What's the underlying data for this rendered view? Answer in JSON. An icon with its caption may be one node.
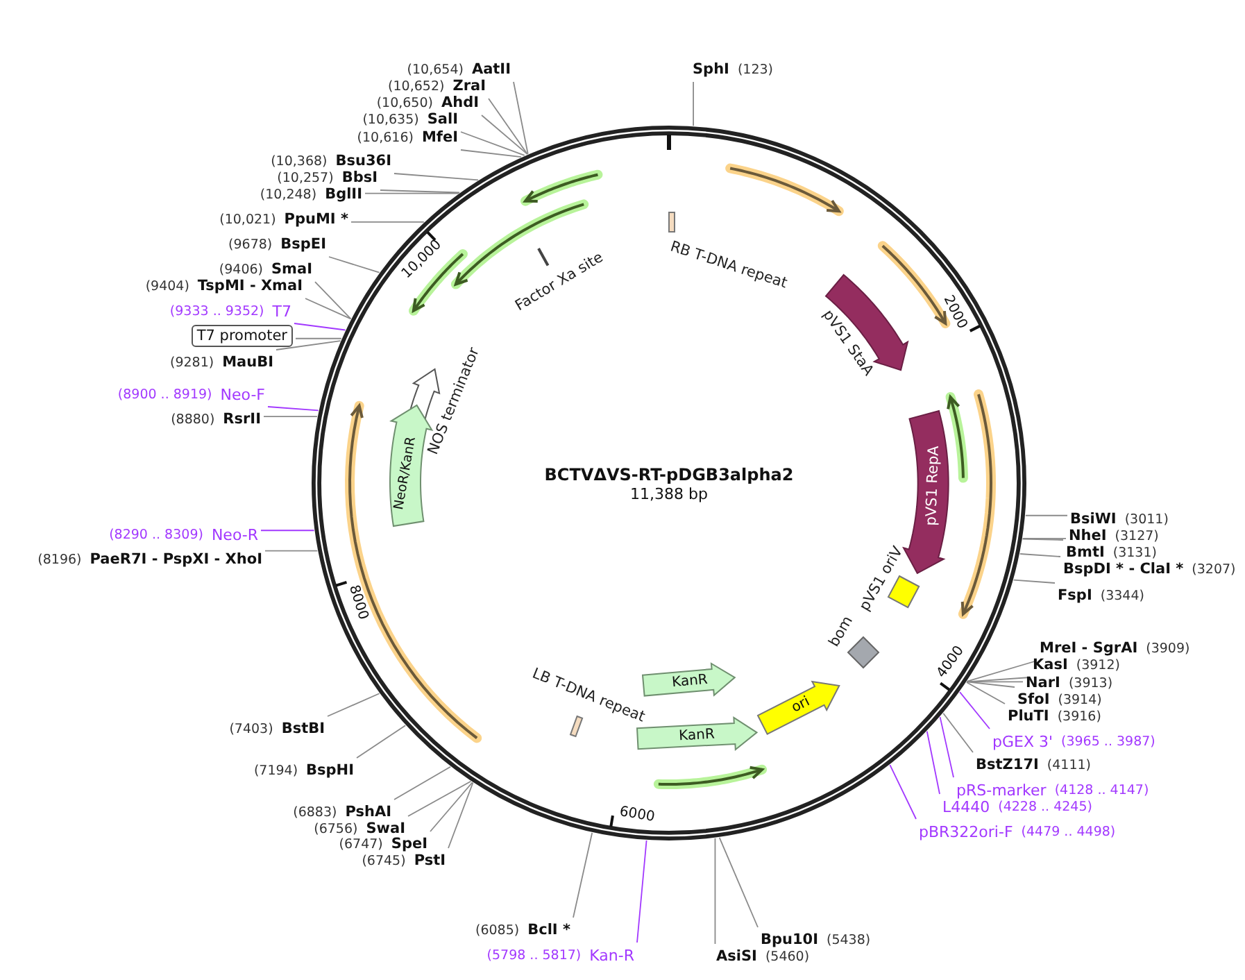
{
  "diagram": {
    "nodes": [
      {
        "text": [
          "BCTVΔVS-RT-pDGB3alpha2",
          "11,388 bp"
        ]
      },
      {
        "text": [],
        "shape": "bar",
        "beside": [
          "Factor Xa site"
        ],
        "in": 0
      },
      {
        "text": [],
        "shape": "box",
        "beside": [
          "RB T-DNA repeat"
        ],
        "in": 0
      },
      {
        "text": [],
        "shape": "arrow",
        "beside": [
          "pVS1 StaA"
        ],
        "in": 0
      },
      {
        "text": [],
        "shape": "arrow",
        "beside": [
          "NOS terminator"
        ],
        "in": 0
      },
      {
        "text": [
          "pVS1 RepA"
        ],
        "in": 0
      },
      {
        "text": [
          "NeoR/KanR"
        ],
        "in": 0
      },
      {
        "text": [],
        "shape": "box",
        "beside": [
          "pVS1 oriV"
        ],
        "in": 0
      },
      {
        "text": [],
        "shape": "diamond",
        "beside": [
          "bom"
        ],
        "in": 0
      },
      {
        "text": [
          "KanR"
        ],
        "in": 0
      },
      {
        "text": [],
        "shape": "box",
        "beside": [
          "LB T-DNA repeat"
        ],
        "in": 0
      },
      {
        "text": [
          "ori"
        ],
        "in": 0
      },
      {
        "text": [
          "KanR"
        ],
        "in": 0
      },
      {
        "text": [
          "(10,654)",
          "AatII"
        ]
      },
      {
        "text": [
          "SphI",
          "(123)"
        ]
      },
      {
        "text": [
          "(10,652)",
          "ZraI"
        ]
      },
      {
        "text": [
          "(10,650)",
          "AhdI"
        ]
      },
      {
        "text": [
          "(10,635)",
          "SalI"
        ]
      },
      {
        "text": [
          "(10,616)",
          "MfeI"
        ]
      },
      {
        "text": [
          "(10,368)",
          "Bsu36I"
        ]
      },
      {
        "text": [
          "(10,257)",
          "BbsI"
        ]
      },
      {
        "text": [
          "(10,248)",
          "BglII"
        ]
      },
      {
        "text": [
          "(10,021)",
          "PpuMI *"
        ]
      },
      {
        "text": [
          "(9678)",
          "BspEI"
        ]
      },
      {
        "text": [
          "(9406)",
          "SmaI"
        ]
      },
      {
        "text": [
          "(9404)",
          "TspMI - XmaI"
        ]
      },
      {
        "text": [
          "(9333 .. 9352)",
          "T7"
        ]
      },
      {
        "text": [
          "T7 promoter"
        ]
      },
      {
        "text": [
          "(9281)",
          "MauBI"
        ]
      },
      {
        "text": [
          "(8900 .. 8919)",
          "Neo-F"
        ]
      },
      {
        "text": [
          "(8880)",
          "RsrII"
        ]
      },
      {
        "text": [
          "BsiWI",
          "(3011)"
        ]
      },
      {
        "text": [
          "NheI",
          "(3127)"
        ]
      },
      {
        "text": [
          "BmtI",
          "(3131)"
        ]
      },
      {
        "text": [
          "(8290 .. 8309)",
          "Neo-R"
        ]
      },
      {
        "text": [
          "BspDI * - ClaI *",
          "(3207)"
        ]
      },
      {
        "text": [
          "(8196)",
          "PaeR7I - PspXI - XhoI"
        ]
      },
      {
        "text": [
          "FspI",
          "(3344)"
        ]
      },
      {
        "text": [
          "MreI - SgrAI",
          "(3909)"
        ]
      },
      {
        "text": [
          "KasI",
          "(3912)"
        ]
      },
      {
        "text": [
          "NarI",
          "(3913)"
        ]
      },
      {
        "text": [
          "SfoI",
          "(3914)"
        ]
      },
      {
        "text": [
          "PluTI",
          "(3916)"
        ]
      },
      {
        "text": [
          "(7403)",
          "BstBI"
        ]
      },
      {
        "text": [
          "pGEX 3'",
          "(3965 .. 3987)"
        ]
      },
      {
        "text": [
          "BstZ17I",
          "(4111)"
        ]
      },
      {
        "text": [
          "(7194)",
          "BspHI"
        ]
      },
      {
        "text": [
          "pRS-marker",
          "(4128 .. 4147)"
        ]
      },
      {
        "text": [
          "L4440",
          "(4228 .. 4245)"
        ]
      },
      {
        "text": [
          "(6883)",
          "PshAI"
        ]
      },
      {
        "text": [
          "pBR322ori-F",
          "(4479 .. 4498)"
        ]
      },
      {
        "text": [
          "(6756)",
          "SwaI"
        ]
      },
      {
        "text": [
          "(6747)",
          "SpeI"
        ]
      },
      {
        "text": [
          "(6745)",
          "PstI"
        ]
      },
      {
        "text": [
          "(6085)",
          "BclI *"
        ]
      },
      {
        "text": [
          "Bpu10I",
          "(5438)"
        ]
      },
      {
        "text": [
          "(5798 .. 5817)",
          "Kan-R"
        ]
      },
      {
        "text": [
          "AsiSI",
          "(5460)"
        ]
      }
    ],
    "edges": [
      {
        "from": 13,
        "to": 0,
        "arrow": "none"
      },
      {
        "from": 14,
        "to": 0,
        "arrow": "none"
      },
      {
        "from": 15,
        "to": 0,
        "arrow": "none"
      },
      {
        "from": 16,
        "to": 0,
        "arrow": "none"
      },
      {
        "from": 17,
        "to": 0,
        "arrow": "none"
      },
      {
        "from": 18,
        "to": 0,
        "arrow": "none"
      },
      {
        "from": 19,
        "to": 0,
        "arrow": "none"
      },
      {
        "from": 20,
        "to": 0,
        "arrow": "none"
      },
      {
        "from": 21,
        "to": 0,
        "arrow": "none"
      },
      {
        "from": 22,
        "to": 0,
        "arrow": "none"
      },
      {
        "from": 23,
        "to": 0,
        "arrow": "none"
      },
      {
        "from": 24,
        "to": 0,
        "arrow": "none"
      },
      {
        "from": 25,
        "to": 0,
        "arrow": "none"
      },
      {
        "from": 26,
        "to": 0,
        "arrow": "none",
        "color": "#a238ff"
      },
      {
        "from": 27,
        "to": 0,
        "arrow": "none"
      },
      {
        "from": 28,
        "to": 0,
        "arrow": "none"
      },
      {
        "from": 29,
        "to": 0,
        "arrow": "none",
        "color": "#a238ff"
      },
      {
        "from": 30,
        "to": 0,
        "arrow": "none"
      },
      {
        "from": 31,
        "to": 0,
        "arrow": "none"
      },
      {
        "from": 32,
        "to": 0,
        "arrow": "none"
      },
      {
        "from": 33,
        "to": 0,
        "arrow": "none"
      },
      {
        "from": 34,
        "to": 0,
        "arrow": "none",
        "color": "#a238ff"
      },
      {
        "from": 35,
        "to": 0,
        "arrow": "none"
      },
      {
        "from": 36,
        "to": 0,
        "arrow": "none"
      },
      {
        "from": 37,
        "to": 0,
        "arrow": "none"
      },
      {
        "from": 38,
        "to": 0,
        "arrow": "none"
      },
      {
        "from": 39,
        "to": 0,
        "arrow": "none"
      },
      {
        "from": 40,
        "to": 0,
        "arrow": "none"
      },
      {
        "from": 41,
        "to": 0,
        "arrow": "none"
      },
      {
        "from": 42,
        "to": 0,
        "arrow": "none"
      },
      {
        "from": 43,
        "to": 0,
        "arrow": "none"
      },
      {
        "from": 44,
        "to": 0,
        "arrow": "none",
        "color": "#a238ff"
      },
      {
        "from": 45,
        "to": 0,
        "arrow": "none"
      },
      {
        "from": 46,
        "to": 0,
        "arrow": "none"
      },
      {
        "from": 47,
        "to": 0,
        "arrow": "none",
        "color": "#a238ff"
      },
      {
        "from": 48,
        "to": 0,
        "arrow": "none",
        "color": "#a238ff"
      },
      {
        "from": 49,
        "to": 0,
        "arrow": "none"
      },
      {
        "from": 50,
        "to": 0,
        "arrow": "none",
        "color": "#a238ff"
      },
      {
        "from": 51,
        "to": 0,
        "arrow": "none"
      },
      {
        "from": 52,
        "to": 0,
        "arrow": "none"
      },
      {
        "from": 53,
        "to": 0,
        "arrow": "none"
      },
      {
        "from": 54,
        "to": 0,
        "arrow": "none"
      },
      {
        "from": 55,
        "to": 0,
        "arrow": "none"
      },
      {
        "from": 56,
        "to": 0,
        "arrow": "none",
        "color": "#a238ff"
      },
      {
        "from": 57,
        "to": 0,
        "arrow": "none"
      }
    ],
    "labels": [
      "10,000",
      "2000",
      "4000",
      "6000",
      "8000"
    ]
  }
}
